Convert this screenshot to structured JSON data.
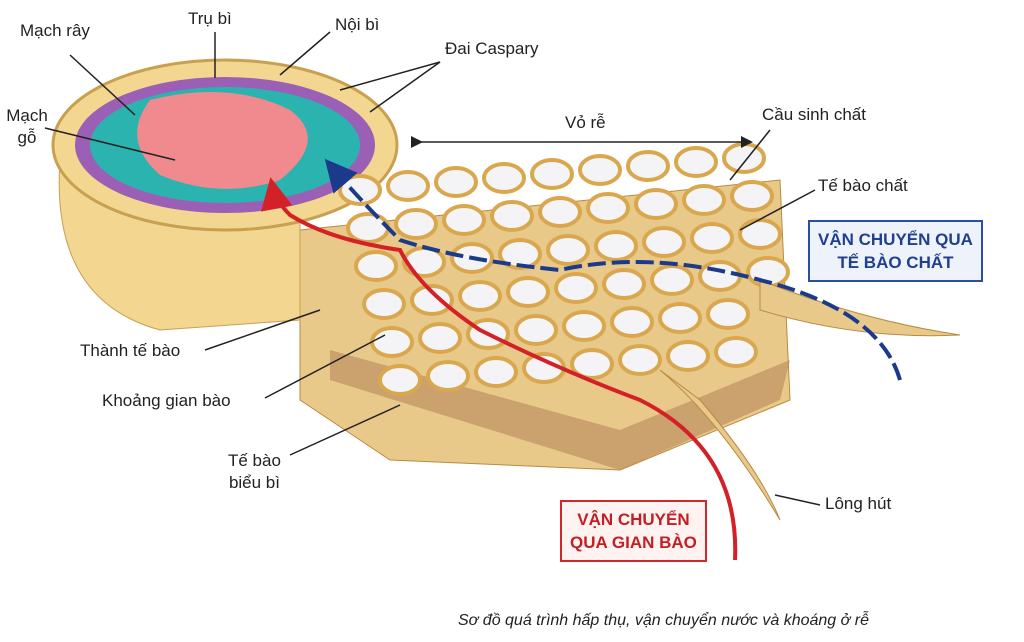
{
  "labels": {
    "mach_ray": "Mạch rây",
    "tru_bi": "Trụ bì",
    "noi_bi": "Nội bì",
    "dai_caspary": "Đai Caspary",
    "mach_go": "Mạch gỗ",
    "vo_re": "Vỏ rễ",
    "cau_sinh_chat": "Cầu sinh chất",
    "te_bao_chat": "Tế bào chất",
    "thanh_te_bao": "Thành tế bào",
    "khoang_gian_bao": "Khoảng gian bào",
    "te_bao_bieu_bi_1": "Tế bào",
    "te_bao_bieu_bi_2": "biểu bì",
    "long_hut": "Lông hút"
  },
  "boxes": {
    "symplast_1": "VẬN CHUYỂN QUA",
    "symplast_2": "TẾ BÀO CHẤT",
    "apoplast_1": "VẬN CHUYỂN",
    "apoplast_2": "QUA GIAN BÀO"
  },
  "caption": "Sơ đồ quá trình hấp thụ, vận chuyển nước và khoáng ở rễ",
  "colors": {
    "symplast_path": "#1b3a8c",
    "apoplast_path": "#d42027",
    "water_arrow": "#29a8e0",
    "cell_wall": "#e2b45c",
    "xylem": "#f08a8f",
    "phloem": "#2bb3b0",
    "endodermis": "#9b5fb5"
  }
}
